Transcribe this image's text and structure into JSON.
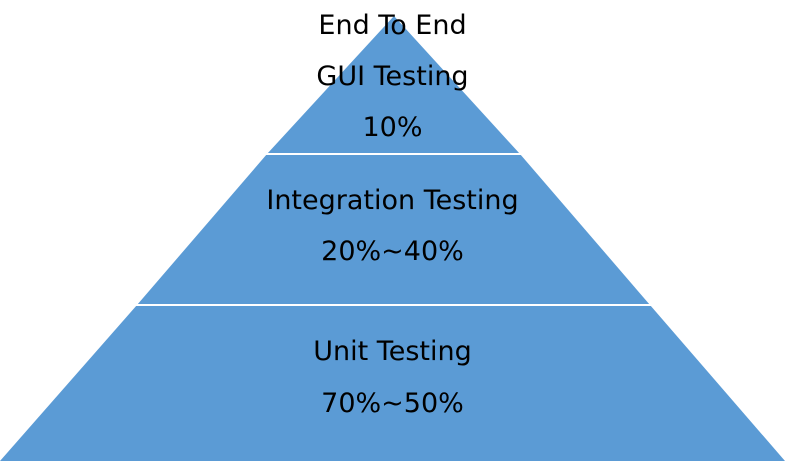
{
  "colors": {
    "tier_fill": "#5b9bd5",
    "divider": "#ffffff",
    "text": "#000000",
    "background": "#ffffff"
  },
  "tiers": [
    {
      "lines": [
        "End To End",
        "GUI Testing",
        "10%"
      ]
    },
    {
      "lines": [
        "Integration Testing",
        "20%~40%"
      ]
    },
    {
      "lines": [
        "Unit Testing",
        "70%~50%"
      ]
    }
  ]
}
